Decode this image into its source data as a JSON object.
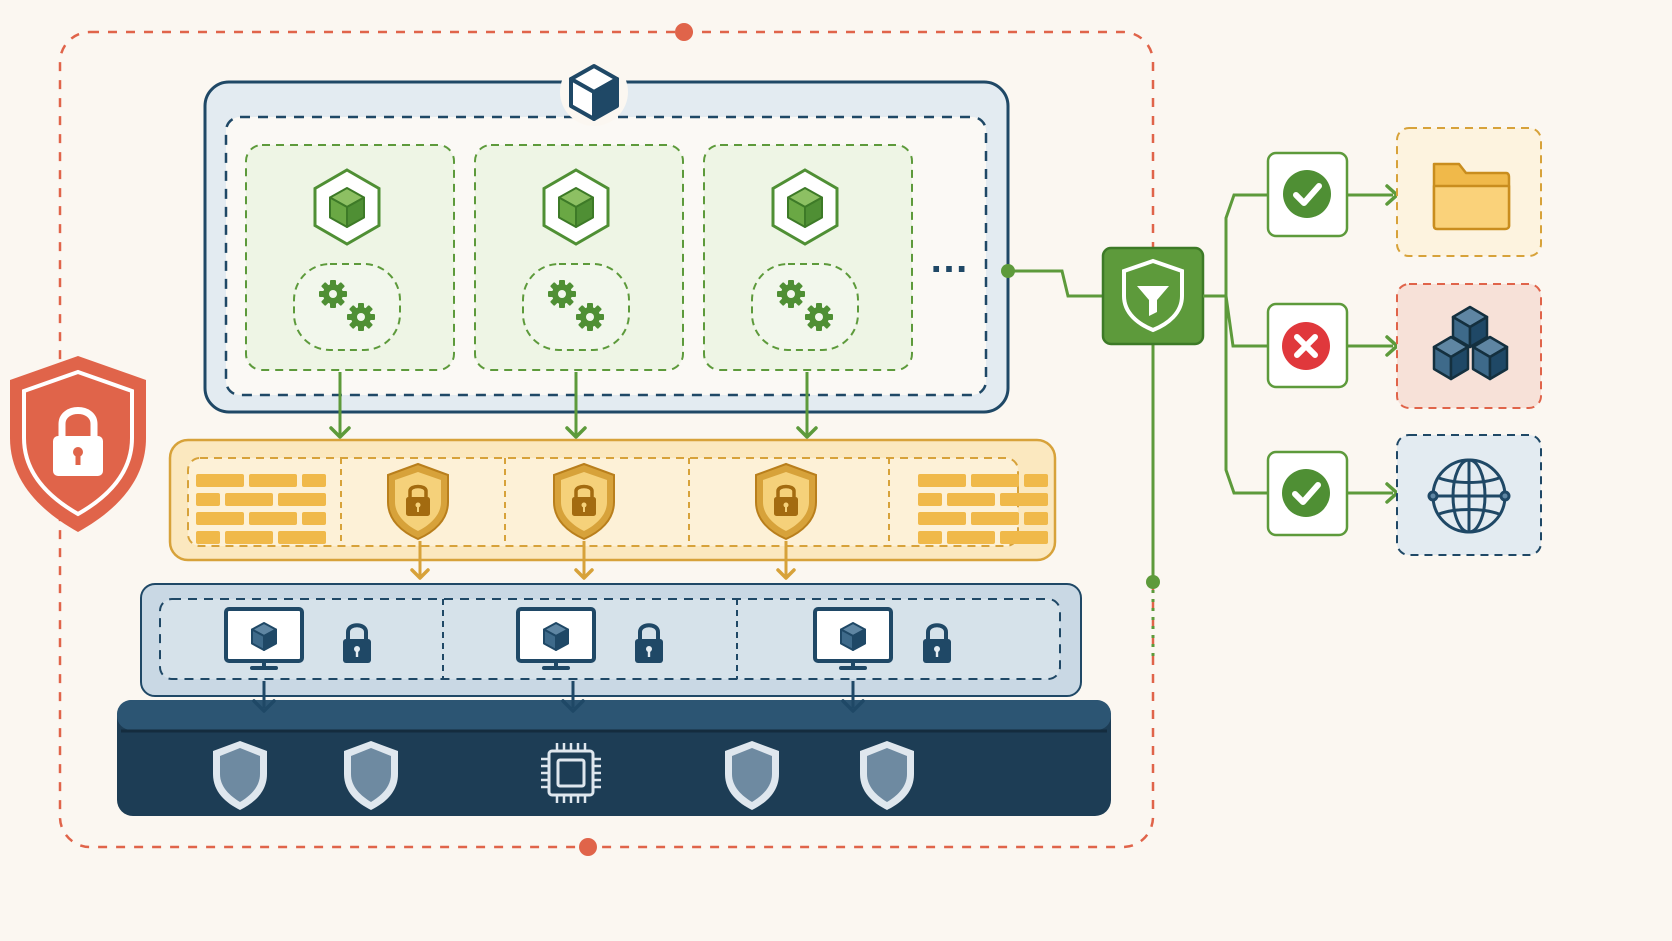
{
  "diagram": {
    "kind": "layered container security architecture",
    "text_labels": [],
    "overflow_indicator": "…",
    "colors": {
      "background": "#fbf7f1",
      "perimeter": "#e0644a",
      "navy": "#1f4866",
      "navy_dark": "#1d3d55",
      "green": "#5d9a3b",
      "green_fill": "#eef5e5",
      "amber": "#d7a23a",
      "amber_fill": "#fbe8bf",
      "blue_fill": "#e3ebf1",
      "red": "#e0383c"
    },
    "layers": [
      {
        "id": "container-runtime",
        "icon": "cube-icon",
        "units": [
          {
            "icon": "hexagon-cube-icon",
            "sub_icon": "gears-icon"
          },
          {
            "icon": "hexagon-cube-icon",
            "sub_icon": "gears-icon"
          },
          {
            "icon": "hexagon-cube-icon",
            "sub_icon": "gears-icon"
          }
        ]
      },
      {
        "id": "firewall-layer",
        "icons": [
          "firewall-icon",
          "shield-lock-icon",
          "shield-lock-icon",
          "shield-lock-icon",
          "firewall-icon"
        ]
      },
      {
        "id": "vm-layer",
        "units": [
          {
            "icon": "monitor-cube-icon",
            "sub_icon": "lock-icon"
          },
          {
            "icon": "monitor-cube-icon",
            "sub_icon": "lock-icon"
          },
          {
            "icon": "monitor-cube-icon",
            "sub_icon": "lock-icon"
          }
        ]
      },
      {
        "id": "hardware-layer",
        "icons": [
          "shield-icon",
          "shield-icon",
          "chip-icon",
          "shield-icon",
          "shield-icon"
        ]
      }
    ],
    "perimeter_icon": "shield-lock-icon",
    "egress_filter": {
      "icon": "shield-filter-icon",
      "outcomes": [
        {
          "status": "allowed",
          "status_icon": "check-icon",
          "target_icon": "folder-icon",
          "target_border": "#d7a23a",
          "target_fill": "#fdf3df"
        },
        {
          "status": "blocked",
          "status_icon": "x-icon",
          "target_icon": "cubes-icon",
          "target_border": "#e0644a",
          "target_fill": "#f7e1d8"
        },
        {
          "status": "allowed",
          "status_icon": "check-icon",
          "target_icon": "globe-icon",
          "target_border": "#1f4866",
          "target_fill": "#e3ebf1"
        }
      ]
    }
  }
}
